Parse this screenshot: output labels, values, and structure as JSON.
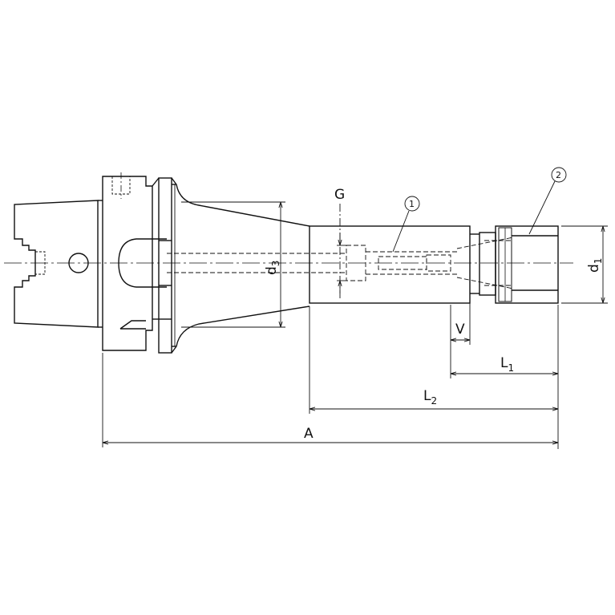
{
  "labels": {
    "G": "G",
    "d3_main": "d",
    "d3_sub": "3",
    "d1_main": "d",
    "d1_sub": "1",
    "V": "V",
    "L1_main": "L",
    "L1_sub": "1",
    "L2_main": "L",
    "L2_sub": "2",
    "A": "A"
  },
  "callouts": {
    "one": "1",
    "two": "2"
  },
  "colors": {
    "line": "#111111",
    "background": "#ffffff"
  }
}
